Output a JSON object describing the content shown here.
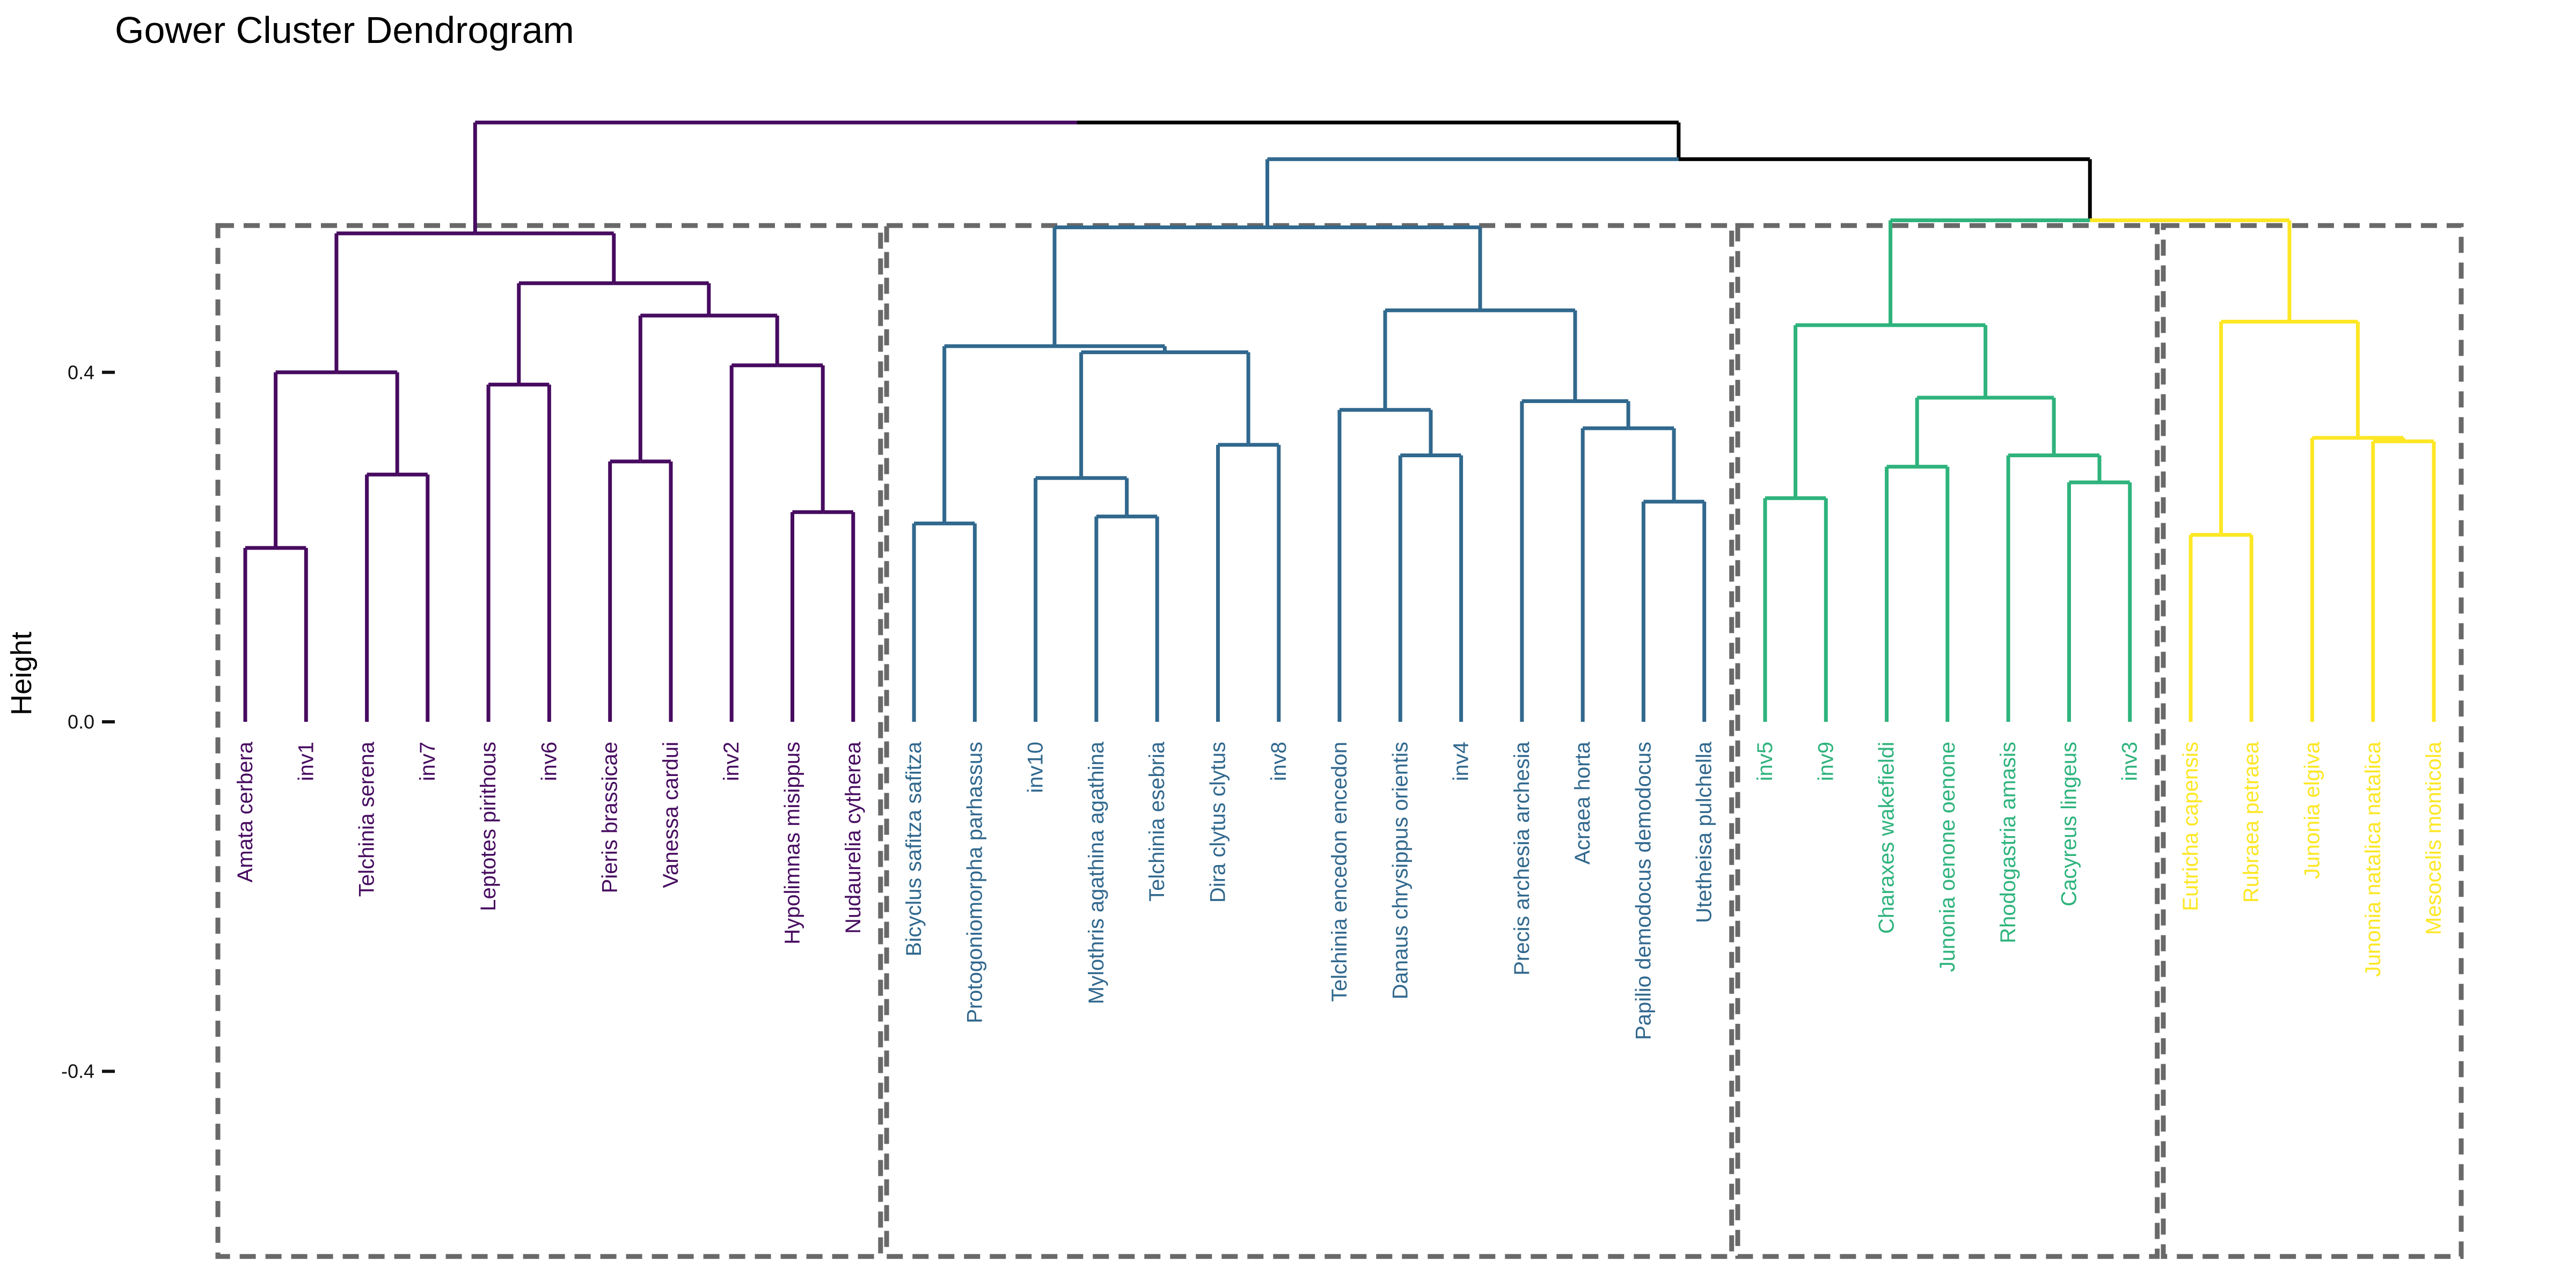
{
  "chart_data": {
    "type": "dendrogram",
    "title": "Gower Cluster Dendrogram",
    "ylabel": "Height",
    "yticks": [
      {
        "value": 0.4,
        "label": "0.4"
      },
      {
        "value": 0.0,
        "label": "0.0"
      },
      {
        "value": -0.4,
        "label": "-0.4"
      }
    ],
    "grid": false,
    "legend": "none",
    "cut_height": 0.568,
    "box_bottom": -0.612,
    "colors": {
      "unclustered_branch": "#000000",
      "box": "#696969",
      "axis": "#111111"
    },
    "clusters": [
      {
        "name": "cluster-1-purple",
        "color": "#470b60"
      },
      {
        "name": "cluster-2-blue",
        "color": "#31688e"
      },
      {
        "name": "cluster-3-green",
        "color": "#2eb37c"
      },
      {
        "name": "cluster-4-yellow",
        "color": "#fde725"
      }
    ],
    "tree": {
      "h": 0.686,
      "children": [
        {
          "h": 0.559,
          "cluster": 0,
          "children": [
            {
              "h": 0.4,
              "children": [
                {
                  "h": 0.199,
                  "children": [
                    {
                      "leaf": "Amata cerbera"
                    },
                    {
                      "leaf": "inv1"
                    }
                  ]
                },
                {
                  "h": 0.283,
                  "children": [
                    {
                      "leaf": "Telchinia serena"
                    },
                    {
                      "leaf": "inv7"
                    }
                  ]
                }
              ]
            },
            {
              "h": 0.502,
              "children": [
                {
                  "h": 0.386,
                  "children": [
                    {
                      "leaf": "Leptotes pirithous"
                    },
                    {
                      "leaf": "inv6"
                    }
                  ]
                },
                {
                  "h": 0.465,
                  "children": [
                    {
                      "h": 0.298,
                      "children": [
                        {
                          "leaf": "Pieris brassicae"
                        },
                        {
                          "leaf": "Vanessa cardui"
                        }
                      ]
                    },
                    {
                      "h": 0.408,
                      "children": [
                        {
                          "leaf": "inv2"
                        },
                        {
                          "h": 0.24,
                          "children": [
                            {
                              "leaf": "Hypolimnas misippus"
                            },
                            {
                              "leaf": "Nudaurelia cytherea"
                            }
                          ]
                        }
                      ]
                    }
                  ]
                }
              ]
            }
          ]
        },
        {
          "h": 0.644,
          "children": [
            {
              "h": 0.566,
              "cluster": 1,
              "children": [
                {
                  "h": 0.43,
                  "children": [
                    {
                      "h": 0.227,
                      "children": [
                        {
                          "leaf": "Bicyclus safitza safitza"
                        },
                        {
                          "leaf": "Protogoniomorpha parhassus"
                        }
                      ]
                    },
                    {
                      "h": 0.423,
                      "children": [
                        {
                          "h": 0.279,
                          "children": [
                            {
                              "leaf": "inv10"
                            },
                            {
                              "h": 0.235,
                              "children": [
                                {
                                  "leaf": "Mylothris agathina agathina"
                                },
                                {
                                  "leaf": "Telchinia esebria"
                                }
                              ]
                            }
                          ]
                        },
                        {
                          "h": 0.317,
                          "children": [
                            {
                              "leaf": "Dira clytus clytus"
                            },
                            {
                              "leaf": "inv8"
                            }
                          ]
                        }
                      ]
                    }
                  ]
                },
                {
                  "h": 0.471,
                  "children": [
                    {
                      "h": 0.357,
                      "children": [
                        {
                          "leaf": "Telchinia encedon encedon"
                        },
                        {
                          "h": 0.305,
                          "children": [
                            {
                              "leaf": "Danaus chrysippus orientis"
                            },
                            {
                              "leaf": "inv4"
                            }
                          ]
                        }
                      ]
                    },
                    {
                      "h": 0.367,
                      "children": [
                        {
                          "leaf": "Precis archesia archesia"
                        },
                        {
                          "h": 0.336,
                          "children": [
                            {
                              "leaf": "Acraea horta"
                            },
                            {
                              "h": 0.252,
                              "children": [
                                {
                                  "leaf": "Papilio demodocus demodocus"
                                },
                                {
                                  "leaf": "Utetheisa pulchella"
                                }
                              ]
                            }
                          ]
                        }
                      ]
                    }
                  ]
                }
              ]
            },
            {
              "h": 0.574,
              "children": [
                {
                  "h": 0.454,
                  "cluster": 2,
                  "children": [
                    {
                      "h": 0.256,
                      "children": [
                        {
                          "leaf": "inv5"
                        },
                        {
                          "leaf": "inv9"
                        }
                      ]
                    },
                    {
                      "h": 0.371,
                      "children": [
                        {
                          "h": 0.292,
                          "children": [
                            {
                              "leaf": "Charaxes wakefieldi"
                            },
                            {
                              "leaf": "Junonia oenone oenone"
                            }
                          ]
                        },
                        {
                          "h": 0.305,
                          "children": [
                            {
                              "leaf": "Rhodogastria amasis"
                            },
                            {
                              "h": 0.274,
                              "children": [
                                {
                                  "leaf": "Cacyreus lingeus"
                                },
                                {
                                  "leaf": "inv3"
                                }
                              ]
                            }
                          ]
                        }
                      ]
                    }
                  ]
                },
                {
                  "h": 0.458,
                  "cluster": 3,
                  "children": [
                    {
                      "h": 0.214,
                      "children": [
                        {
                          "leaf": "Eutricha capensis"
                        },
                        {
                          "leaf": "Rubraea petraea"
                        }
                      ]
                    },
                    {
                      "h": 0.325,
                      "children": [
                        {
                          "leaf": "Junonia elgiva"
                        },
                        {
                          "h": 0.321,
                          "children": [
                            {
                              "leaf": "Junonia natalica natalica"
                            },
                            {
                              "leaf": "Mesocelis monticola"
                            }
                          ]
                        }
                      ]
                    }
                  ]
                }
              ]
            }
          ]
        }
      ]
    }
  }
}
